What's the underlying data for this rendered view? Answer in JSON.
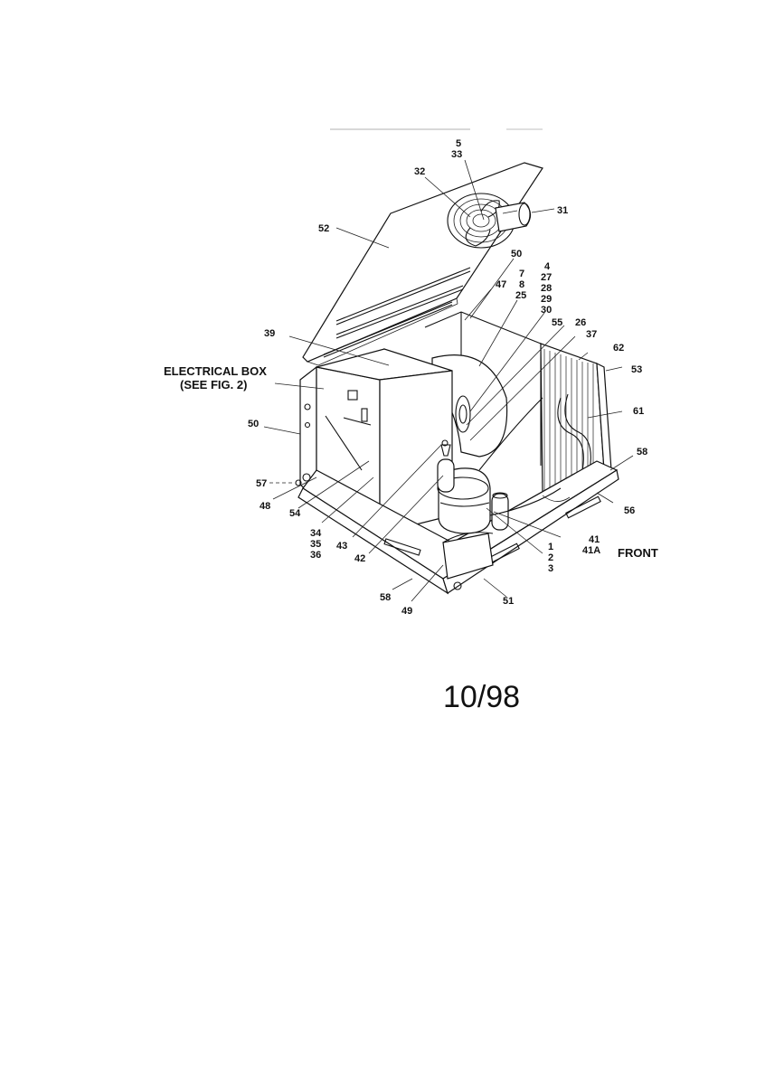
{
  "labels": {
    "l5": "5",
    "l33": "33",
    "l32": "32",
    "l31": "31",
    "l52": "52",
    "l50a": "50",
    "l47": "47",
    "l7": "7",
    "l8": "8",
    "l25": "25",
    "l4": "4",
    "l27": "27",
    "l28": "28",
    "l29": "29",
    "l30": "30",
    "l55": "55",
    "l26": "26",
    "l37": "37",
    "l62": "62",
    "l53": "53",
    "l39": "39",
    "l61": "61",
    "l50b": "50",
    "l58a": "58",
    "l56": "56",
    "l57": "57",
    "l48": "48",
    "l54": "54",
    "l34": "34",
    "l35": "35",
    "l36": "36",
    "l43": "43",
    "l42": "42",
    "l41": "41",
    "l41a": "41A",
    "l1": "1",
    "l2": "2",
    "l3": "3",
    "l58b": "58",
    "l49": "49",
    "l51": "51"
  },
  "electrical_box": {
    "line1": "ELECTRICAL BOX",
    "line2": "(SEE FIG. 2)"
  },
  "front_label": "FRONT",
  "date_code": "10/98"
}
